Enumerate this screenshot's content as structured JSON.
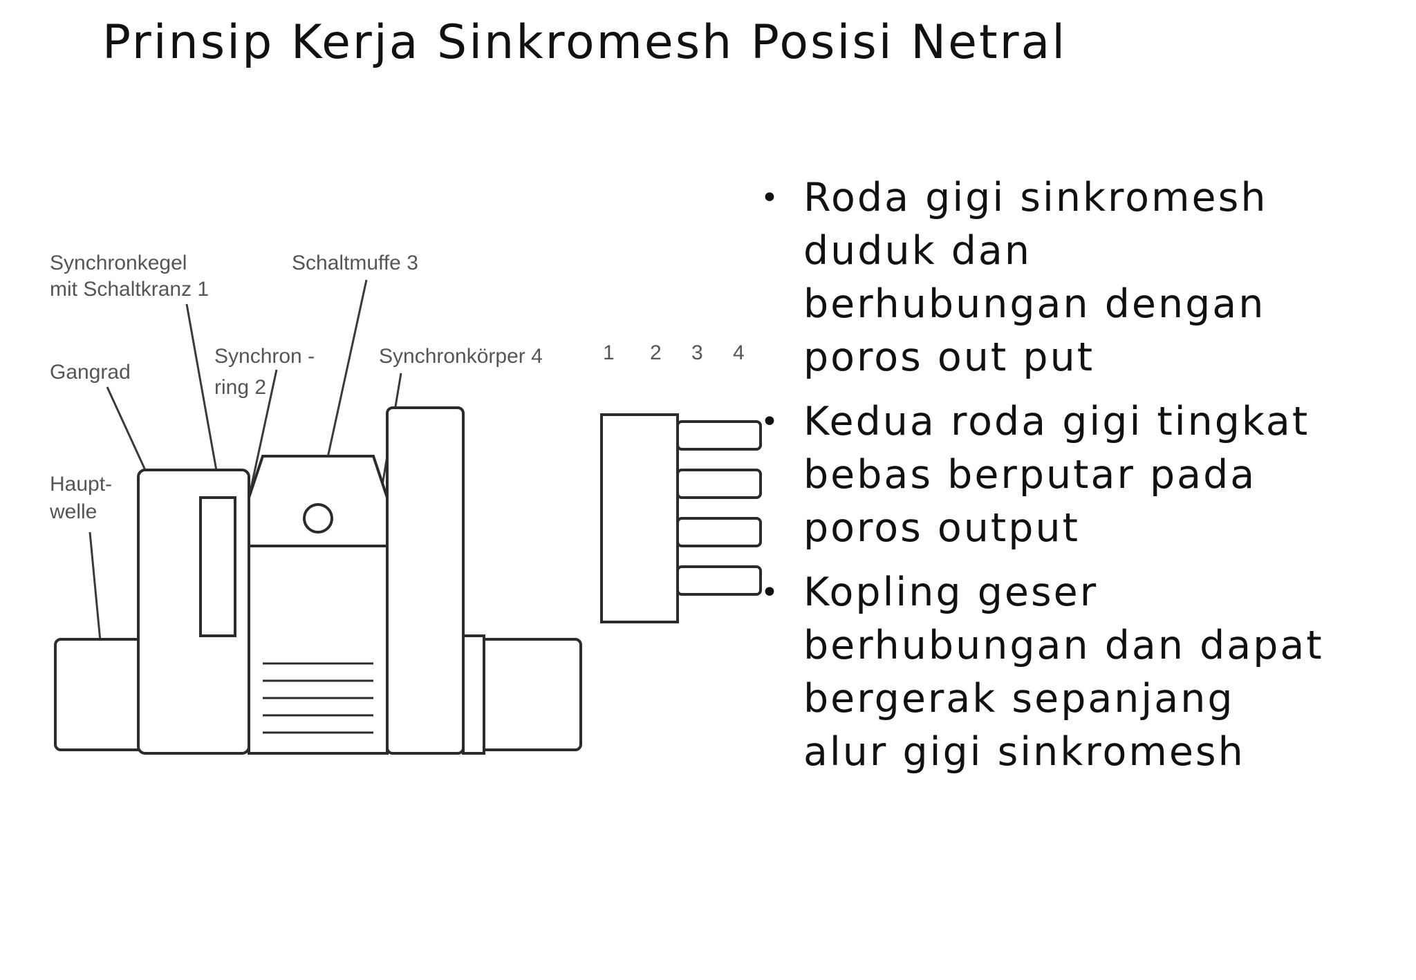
{
  "slide": {
    "title": "Prinsip Kerja Sinkromesh Posisi Netral"
  },
  "diagram": {
    "labels": {
      "synchronkegel_line1": "Synchronkegel",
      "synchronkegel_line2": "mit Schaltkranz 1",
      "schaltmuffe": "Schaltmuffe 3",
      "gangrad": "Gangrad",
      "synchronring_line1": "Synchron -",
      "synchronring_line2": "ring 2",
      "synchronkorper": "Synchronkörper 4",
      "hauptwelle_line1": "Haupt-",
      "hauptwelle_line2": "welle"
    },
    "detail_numbers": [
      "1",
      "2",
      "3",
      "4"
    ]
  },
  "bullets": [
    {
      "lines": [
        "Roda gigi sinkromesh",
        "duduk dan",
        "berhubungan dengan",
        "poros out put"
      ]
    },
    {
      "lines": [
        "Kedua roda gigi tingkat",
        "bebas berputar pada",
        "poros output"
      ]
    },
    {
      "lines": [
        "Kopling geser",
        "berhubungan dan dapat",
        "bergerak sepanjang",
        "alur gigi sinkromesh"
      ]
    }
  ]
}
